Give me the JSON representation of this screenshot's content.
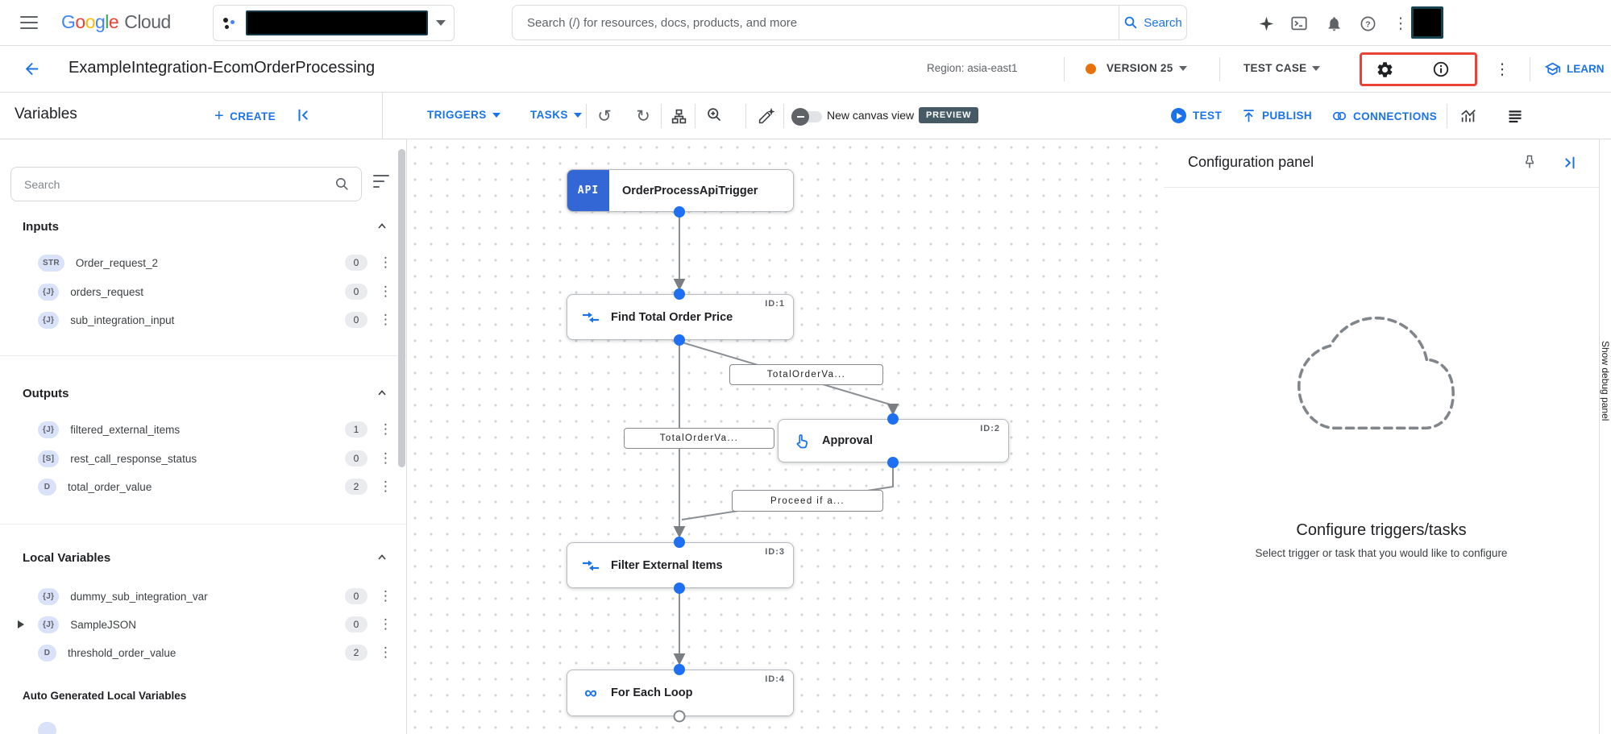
{
  "topbar": {
    "logo_letters": [
      {
        "ch": "G",
        "color": "#4285F4"
      },
      {
        "ch": "o",
        "color": "#EA4335"
      },
      {
        "ch": "o",
        "color": "#FBBC05"
      },
      {
        "ch": "g",
        "color": "#4285F4"
      },
      {
        "ch": "l",
        "color": "#34A853"
      },
      {
        "ch": "e",
        "color": "#EA4335"
      }
    ],
    "logo_cloud": "Cloud",
    "search_placeholder": "Search (/) for resources, docs, products, and more",
    "search_button_label": "Search"
  },
  "header": {
    "title": "ExampleIntegration-EcomOrderProcessing",
    "region": "Region: asia-east1",
    "version": "VERSION 25",
    "test_case": "TEST CASE",
    "learn": "LEARN"
  },
  "toolbar": {
    "panel_title": "Variables",
    "create": "CREATE",
    "triggers": "TRIGGERS",
    "tasks": "TASKS",
    "new_canvas_view": "New canvas view",
    "preview": "PREVIEW",
    "test": "TEST",
    "publish": "PUBLISH",
    "connections": "CONNECTIONS"
  },
  "variables_panel": {
    "search_placeholder": "Search",
    "sections": [
      {
        "title": "Inputs",
        "items": [
          {
            "type": "STR",
            "name": "Order_request_2",
            "count": "0"
          },
          {
            "type": "{J}",
            "name": "orders_request",
            "count": "0"
          },
          {
            "type": "{J}",
            "name": "sub_integration_input",
            "count": "0"
          }
        ]
      },
      {
        "title": "Outputs",
        "items": [
          {
            "type": "{J}",
            "name": "filtered_external_items",
            "count": "1"
          },
          {
            "type": "[S]",
            "name": "rest_call_response_status",
            "count": "0"
          },
          {
            "type": "D",
            "name": "total_order_value",
            "count": "2"
          }
        ]
      },
      {
        "title": "Local Variables",
        "items": [
          {
            "type": "{J}",
            "name": "dummy_sub_integration_var",
            "count": "0"
          },
          {
            "type": "{J}",
            "name": "SampleJSON",
            "count": "0"
          },
          {
            "type": "D",
            "name": "threshold_order_value",
            "count": "2"
          }
        ]
      }
    ],
    "auto_generated_title": "Auto Generated Local Variables"
  },
  "canvas": {
    "trigger": {
      "badge": "API",
      "title": "OrderProcessApiTrigger"
    },
    "nodes": [
      {
        "id": "ID:1",
        "title": "Find Total Order Price"
      },
      {
        "id": "ID:2",
        "title": "Approval"
      },
      {
        "id": "ID:3",
        "title": "Filter External Items"
      },
      {
        "id": "ID:4",
        "title": "For Each Loop"
      }
    ],
    "edge_labels": [
      {
        "text": "TotalOrderVa..."
      },
      {
        "text": "TotalOrderVa..."
      },
      {
        "text": "Proceed if a..."
      }
    ]
  },
  "config_panel": {
    "title": "Configuration panel",
    "heading": "Configure triggers/tasks",
    "subheading": "Select trigger or task that you would like to configure"
  },
  "debug_strip": {
    "label": "Show debug panel"
  },
  "colors": {
    "accent_blue": "#1a73e8",
    "trigger_badge_blue": "#3367d6",
    "version_dot_orange": "#e8710a",
    "highlight_red": "#ea4335",
    "preview_badge_bg": "#455a64"
  }
}
